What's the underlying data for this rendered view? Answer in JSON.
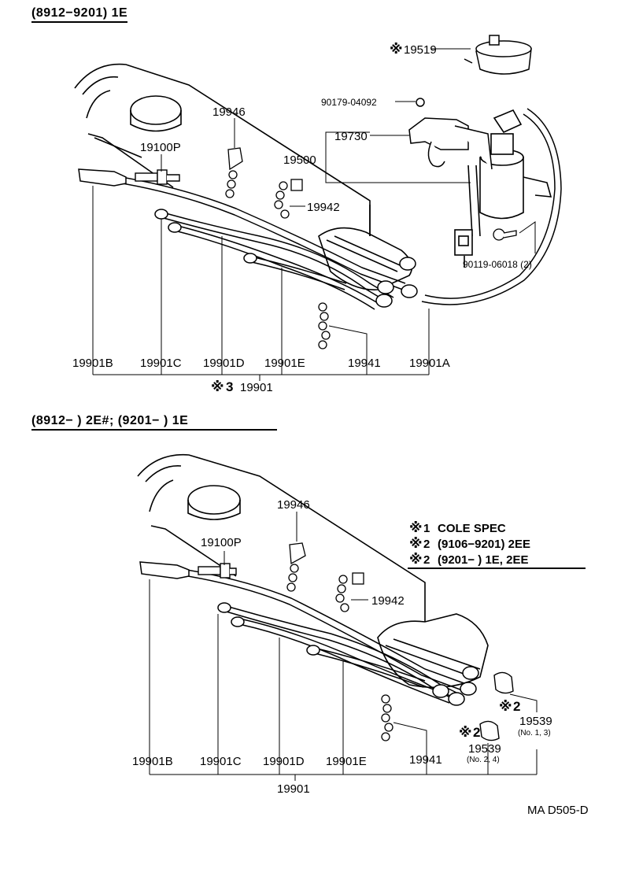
{
  "headers": {
    "top": "(8912−9201) 1E",
    "bottom": "(8912−      ) 2E#; (9201−      ) 1E"
  },
  "top_labels": {
    "p19519": "19519",
    "p90179": "90179-04092",
    "p19946": "19946",
    "p19100P": "19100P",
    "p19730": "19730",
    "p19500": "19500",
    "p19942": "19942",
    "p90119": "90119-06018 (2)",
    "p19901B": "19901B",
    "p19901C": "19901C",
    "p19901D": "19901D",
    "p19901E": "19901E",
    "p19941": "19941",
    "p19901A": "19901A",
    "p19901": "19901",
    "mark_num": "3"
  },
  "bottom_labels": {
    "p19946": "19946",
    "p19100P": "19100P",
    "p19942": "19942",
    "p19901B": "19901B",
    "p19901C": "19901C",
    "p19901D": "19901D",
    "p19901E": "19901E",
    "p19941": "19941",
    "p19901": "19901",
    "p19539a": "19539",
    "p19539a_note": "(No. 1, 3)",
    "p19539b": "19539",
    "p19539b_note": "(No. 2, 4)",
    "mark_num": "2"
  },
  "notes": {
    "n1_num": "1",
    "n1": "COLE SPEC",
    "n2_num": "2",
    "n2": "(9106−9201) 2EE",
    "n3_num": "2",
    "n3": "(9201−          ) 1E, 2EE"
  },
  "ref_mark": "※",
  "code": "MA D505-D"
}
